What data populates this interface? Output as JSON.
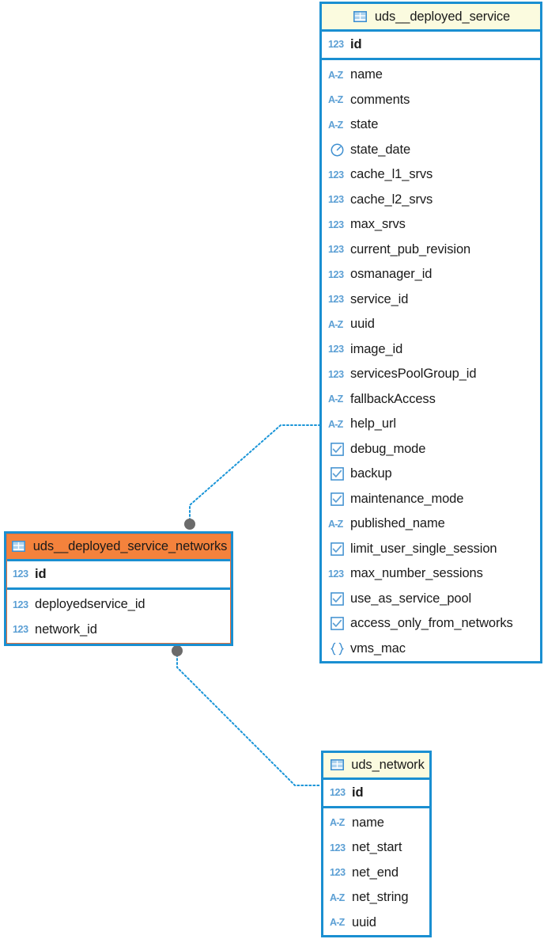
{
  "diagram": {
    "type": "entity-relationship-diagram",
    "colors": {
      "border_blue": "#1a8fd1",
      "header_yellow": "#fbfbdf",
      "header_orange": "#f4823c",
      "icon_blue": "#5b9fd4",
      "connector_blue": "#1a95d8",
      "endpoint_gray": "#6b6b6b"
    }
  },
  "tables": [
    {
      "id": "uds__deployed_service",
      "name": "uds__deployed_service",
      "header_icon": "table-icon",
      "theme": "yellow",
      "primary_keys": [
        {
          "name": "id",
          "icon": "number-123-icon"
        }
      ],
      "fields": [
        {
          "name": "name",
          "icon": "text-az-icon"
        },
        {
          "name": "comments",
          "icon": "text-az-icon"
        },
        {
          "name": "state",
          "icon": "text-az-icon"
        },
        {
          "name": "state_date",
          "icon": "clock-icon"
        },
        {
          "name": "cache_l1_srvs",
          "icon": "number-123-icon"
        },
        {
          "name": "cache_l2_srvs",
          "icon": "number-123-icon"
        },
        {
          "name": "max_srvs",
          "icon": "number-123-icon"
        },
        {
          "name": "current_pub_revision",
          "icon": "number-123-icon"
        },
        {
          "name": "osmanager_id",
          "icon": "number-123-icon"
        },
        {
          "name": "service_id",
          "icon": "number-123-icon"
        },
        {
          "name": "uuid",
          "icon": "text-az-icon"
        },
        {
          "name": "image_id",
          "icon": "number-123-icon"
        },
        {
          "name": "servicesPoolGroup_id",
          "icon": "number-123-icon"
        },
        {
          "name": "fallbackAccess",
          "icon": "text-az-icon"
        },
        {
          "name": "help_url",
          "icon": "text-az-icon"
        },
        {
          "name": "debug_mode",
          "icon": "checkbox-icon"
        },
        {
          "name": "backup",
          "icon": "checkbox-icon"
        },
        {
          "name": "maintenance_mode",
          "icon": "checkbox-icon"
        },
        {
          "name": "published_name",
          "icon": "text-az-icon"
        },
        {
          "name": "limit_user_single_session",
          "icon": "checkbox-icon"
        },
        {
          "name": "max_number_sessions",
          "icon": "number-123-icon"
        },
        {
          "name": "use_as_service_pool",
          "icon": "checkbox-icon"
        },
        {
          "name": "access_only_from_networks",
          "icon": "checkbox-icon"
        },
        {
          "name": "vms_mac",
          "icon": "braces-icon"
        }
      ]
    },
    {
      "id": "uds__deployed_service_networks",
      "name": "uds__deployed_service_networks",
      "header_icon": "table-icon",
      "theme": "orange",
      "primary_keys": [
        {
          "name": "id",
          "icon": "number-123-icon"
        }
      ],
      "fields": [
        {
          "name": "deployedservice_id",
          "icon": "number-123-icon"
        },
        {
          "name": "network_id",
          "icon": "number-123-icon"
        }
      ]
    },
    {
      "id": "uds_network",
      "name": "uds_network",
      "header_icon": "table-icon",
      "theme": "yellow",
      "primary_keys": [
        {
          "name": "id",
          "icon": "number-123-icon"
        }
      ],
      "fields": [
        {
          "name": "name",
          "icon": "text-az-icon"
        },
        {
          "name": "net_start",
          "icon": "number-123-icon"
        },
        {
          "name": "net_end",
          "icon": "number-123-icon"
        },
        {
          "name": "net_string",
          "icon": "text-az-icon"
        },
        {
          "name": "uuid",
          "icon": "text-az-icon"
        }
      ]
    }
  ],
  "relationships": [
    {
      "id": "rel-networks-to-deployed-service",
      "from_table": "uds__deployed_service_networks",
      "to_table": "uds__deployed_service",
      "to_field": "help_url"
    },
    {
      "id": "rel-networks-to-network",
      "from_table": "uds__deployed_service_networks",
      "to_table": "uds_network",
      "to_field": "id"
    }
  ]
}
